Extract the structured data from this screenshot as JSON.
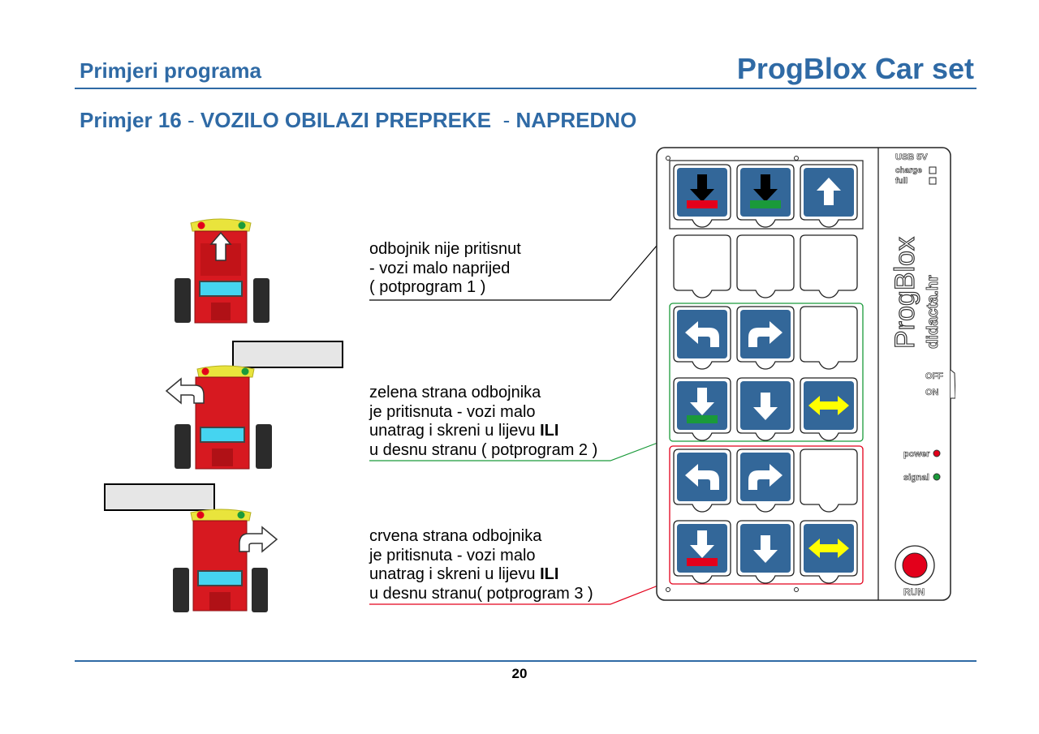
{
  "header": {
    "section": "Primjeri programa",
    "product": "ProgBlox Car set"
  },
  "example": {
    "number_label": "Primjer 16",
    "separator": "-",
    "title": "VOZILO OBILAZI PREPREKE",
    "level": "NAPREDNO"
  },
  "notes": [
    {
      "lines": [
        "odbojnik nije pritisnut",
        "- vozi malo naprijed",
        "( potprogram 1 )"
      ]
    },
    {
      "lines": [
        "zelena strana odbojnika",
        "je pritisnuta - vozi malo",
        "unatrag i skreni u lijevu ",
        "u desnu stranu ( potprogram 2 )"
      ],
      "emphasis": "ILI"
    },
    {
      "lines": [
        "crvena strana odbojnika",
        "je pritisnuta - vozi malo",
        "unatrag i skreni u lijevu ",
        "u desnu stranu( potprogram 3 )"
      ],
      "emphasis": "ILI"
    }
  ],
  "device": {
    "usb_label": "USB 5V",
    "charge_label": "charge",
    "full_label": "full",
    "brand": "ProgBlox",
    "website": "didacta.hr",
    "off_label": "OFF",
    "on_label": "ON",
    "power_label": "power",
    "signal_label": "signal",
    "run_label": "RUN",
    "grid_rows": [
      [
        "arrow-down-black-red-bar-icon",
        "arrow-down-black-green-bar-icon",
        "arrow-up-icon"
      ],
      [
        "empty",
        "empty",
        "empty"
      ],
      [
        "turn-left-icon",
        "turn-right-icon",
        "empty"
      ],
      [
        "arrow-down-green-bar-icon",
        "arrow-down-icon",
        "left-right-arrow-icon"
      ],
      [
        "turn-left-icon",
        "turn-right-icon",
        "empty"
      ],
      [
        "arrow-down-red-bar-icon",
        "arrow-down-icon",
        "left-right-arrow-icon"
      ]
    ]
  },
  "colors": {
    "heading_blue": "#2f6aa5",
    "block_blue": "#336799",
    "car_red": "#d71920",
    "bumper_yellow": "#e9e43c",
    "green": "#1a9a3a",
    "red": "#e3001b",
    "yellow_arrow": "#ffff00"
  },
  "footer": {
    "page_number": "20"
  }
}
